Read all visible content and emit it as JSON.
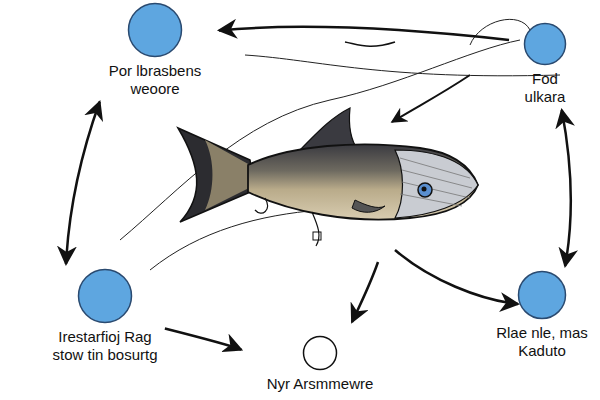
{
  "diagram": {
    "nodes": [
      {
        "text": [
          "Por lbrasbens weoore"
        ]
      },
      {
        "text": [
          "Fod ulkara"
        ]
      },
      {
        "text": [
          "Irestarfioj Rag stow tin bosurtg"
        ]
      },
      {
        "text": [
          "Rlae nle, mas Kaduto"
        ]
      },
      {
        "text": [
          "Nyr Arsmmewre"
        ]
      }
    ],
    "edges": [
      {
        "from": 1,
        "to": 0,
        "arrow": "to"
      },
      {
        "from": 0,
        "to": 2,
        "arrow": "both"
      },
      {
        "from": 1,
        "to": 3,
        "arrow": "both"
      },
      {
        "from": 2,
        "to": 4,
        "arrow": "to"
      }
    ]
  }
}
